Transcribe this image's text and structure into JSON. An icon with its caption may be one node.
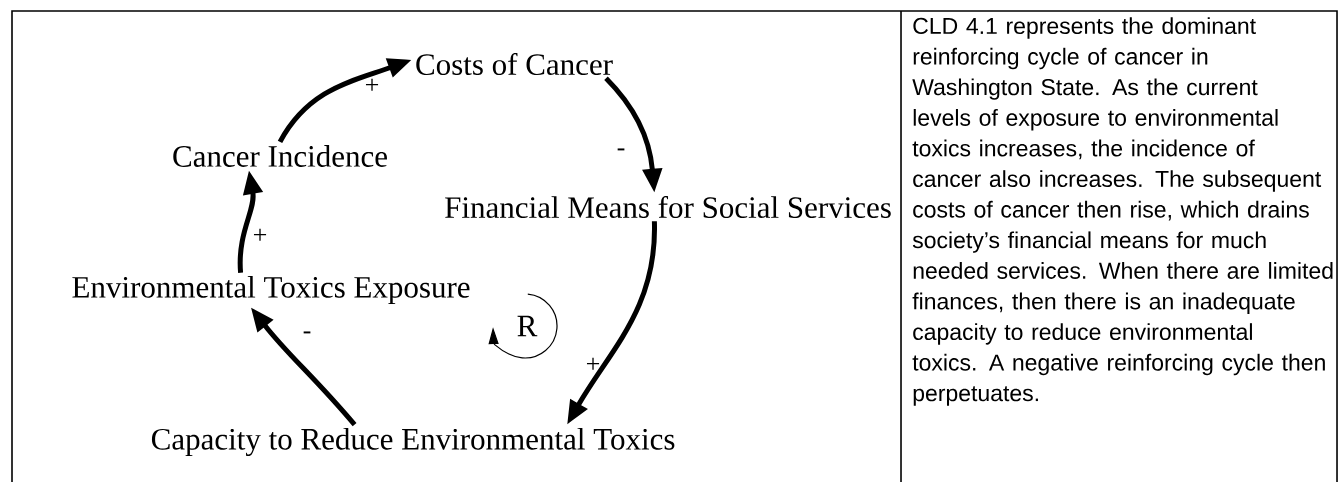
{
  "diagram": {
    "nodes": [
      {
        "text": [
          "Costs of Cancer"
        ]
      },
      {
        "text": [
          "Financial Means for Social Services"
        ]
      },
      {
        "text": [
          "Cancer Incidence"
        ]
      },
      {
        "text": [
          "Environmental Toxics Exposure"
        ]
      },
      {
        "text": [
          "Capacity to Reduce Environmental Toxics"
        ]
      }
    ],
    "edges": [
      {
        "from": 2,
        "to": 0,
        "arrow": "to",
        "label": "+"
      },
      {
        "from": 0,
        "to": 1,
        "arrow": "to",
        "label": "-"
      },
      {
        "from": 1,
        "to": 4,
        "arrow": "to",
        "label": "+"
      },
      {
        "from": 4,
        "to": 3,
        "arrow": "to",
        "label": "-"
      },
      {
        "from": 3,
        "to": 2,
        "arrow": "to",
        "label": "+"
      }
    ],
    "labels": [
      "R",
      "CLD 4.1 represents the dominant reinforcing cycle of cancer in Washington State. As the current levels of exposure to environmental toxics increases, the incidence of cancer also increases. The subsequent costs of cancer then rise, which drains society’s financial means for much needed services. When there are limited finances, then there is an inadequate capacity to reduce environmental toxics. A negative reinforcing cycle then perpetuates."
    ]
  }
}
